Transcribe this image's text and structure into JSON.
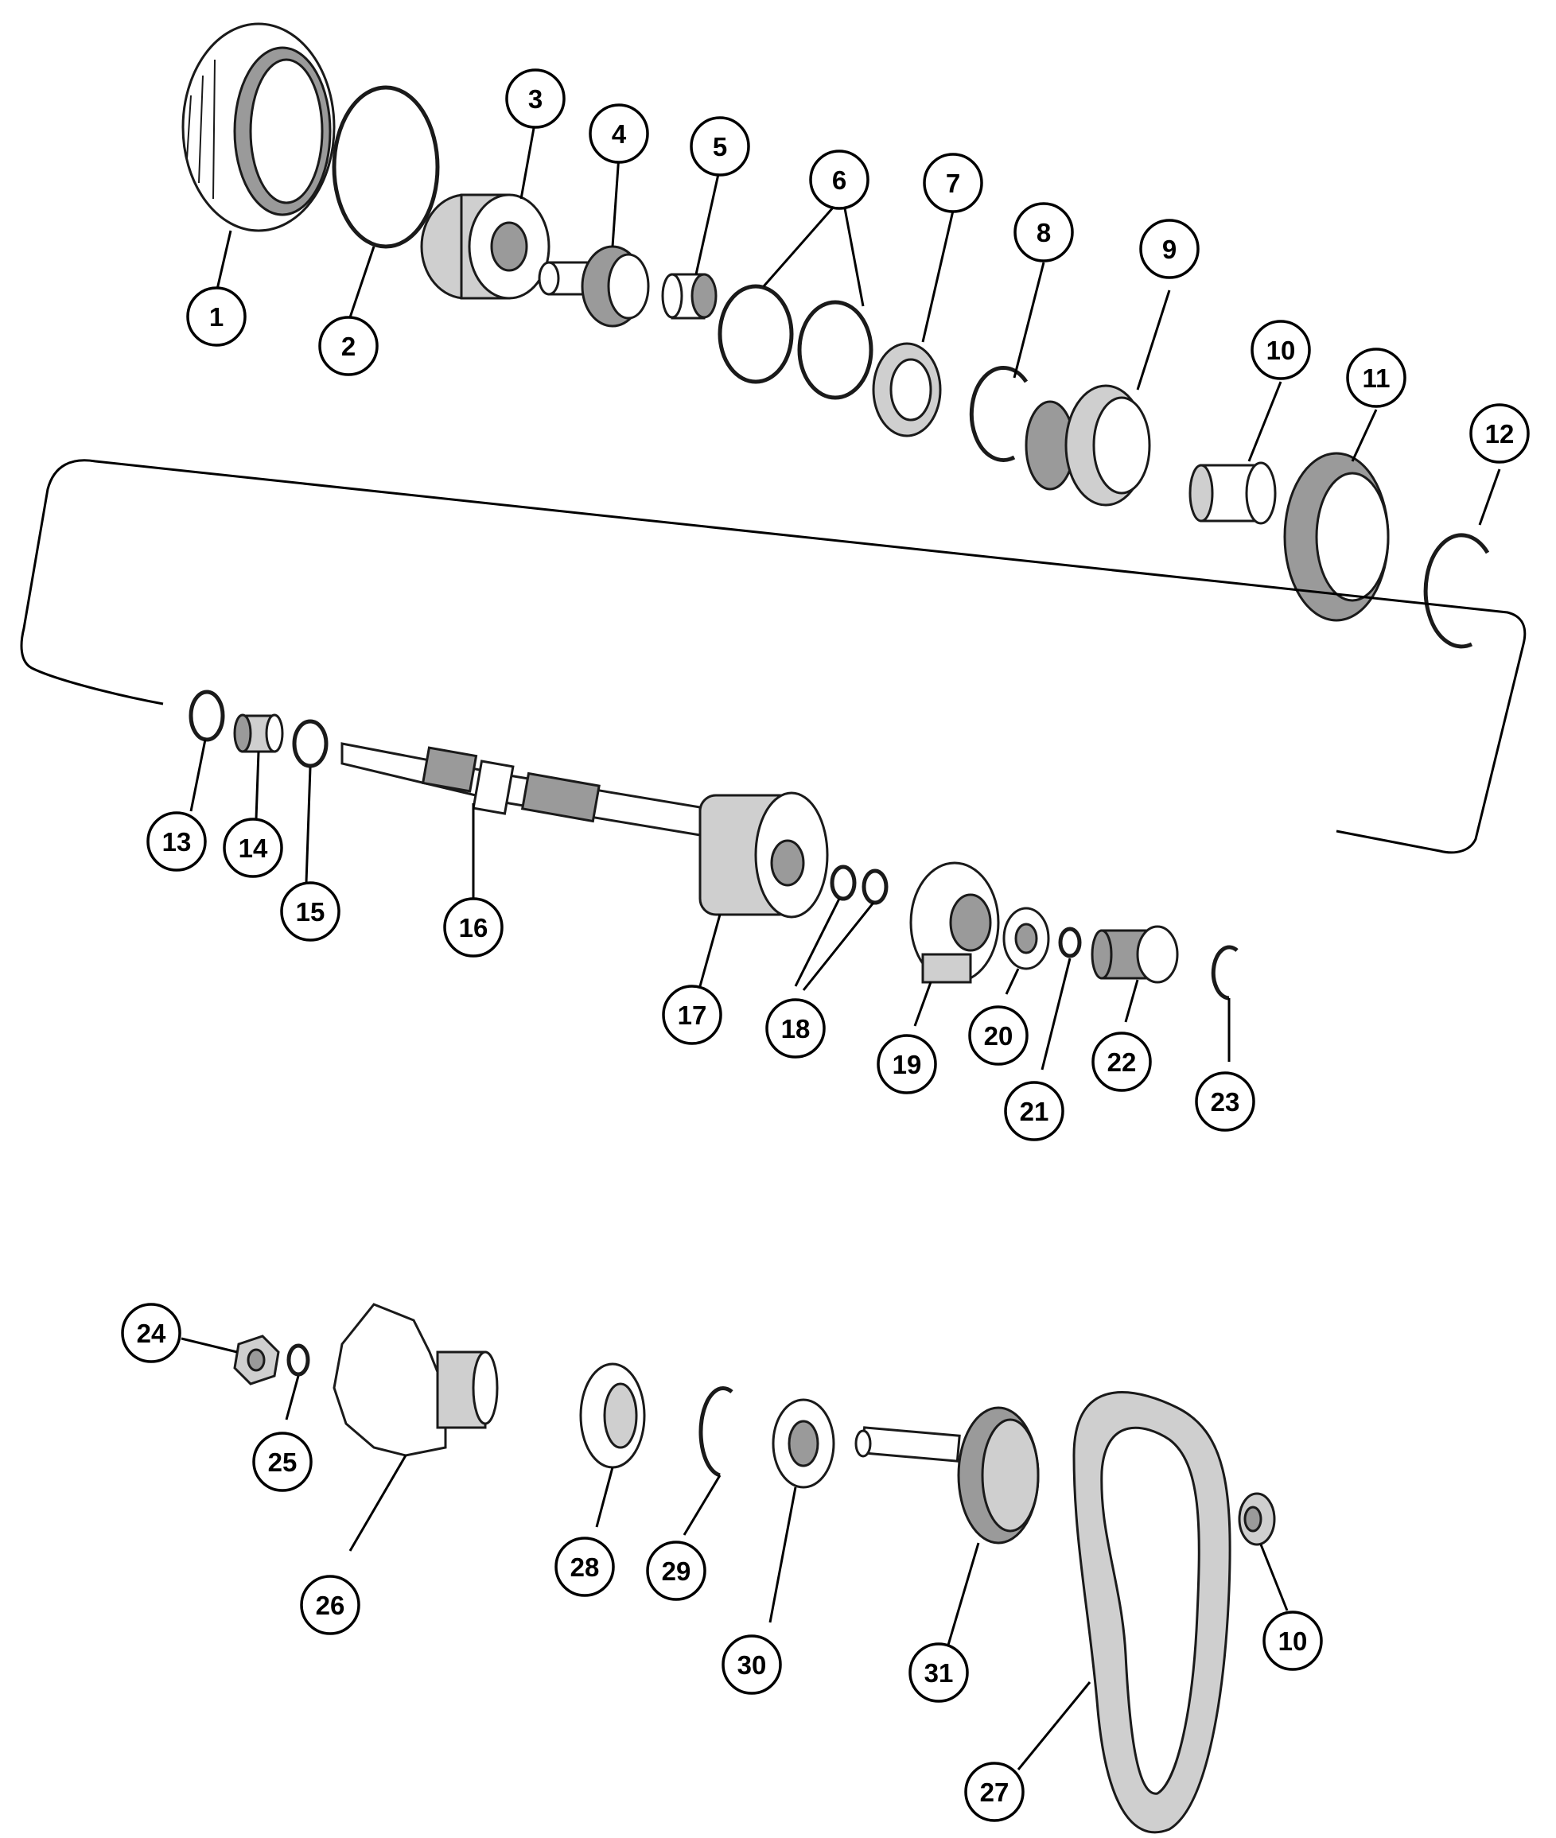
{
  "callouts": {
    "c1": "1",
    "c2": "2",
    "c3": "3",
    "c4": "4",
    "c5": "5",
    "c6": "6",
    "c7": "7",
    "c8": "8",
    "c9": "9",
    "c10a": "10",
    "c11": "11",
    "c12": "12",
    "c13": "13",
    "c14": "14",
    "c15": "15",
    "c16": "16",
    "c17": "17",
    "c18": "18",
    "c19": "19",
    "c20": "20",
    "c21": "21",
    "c22": "22",
    "c23": "23",
    "c24": "24",
    "c25": "25",
    "c26": "26",
    "c27": "27",
    "c28": "28",
    "c29": "29",
    "c30": "30",
    "c31": "31",
    "c10b": "10"
  }
}
